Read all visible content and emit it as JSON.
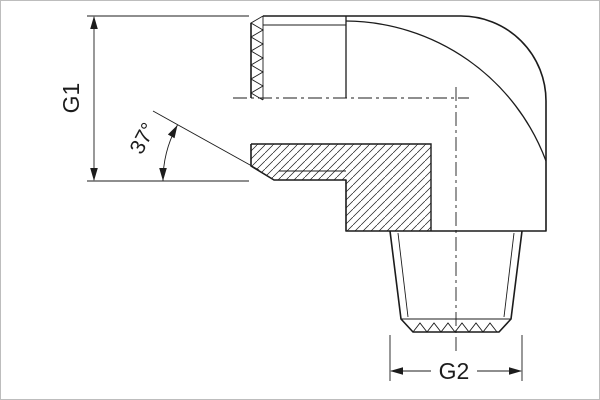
{
  "drawing": {
    "background": "#ffffff",
    "line_color": "#1c1c1c",
    "description": "technical-drawing-90-degree-elbow-fitting-section",
    "labels": {
      "g1": "G1",
      "g2": "G2",
      "angle": "37°"
    }
  }
}
